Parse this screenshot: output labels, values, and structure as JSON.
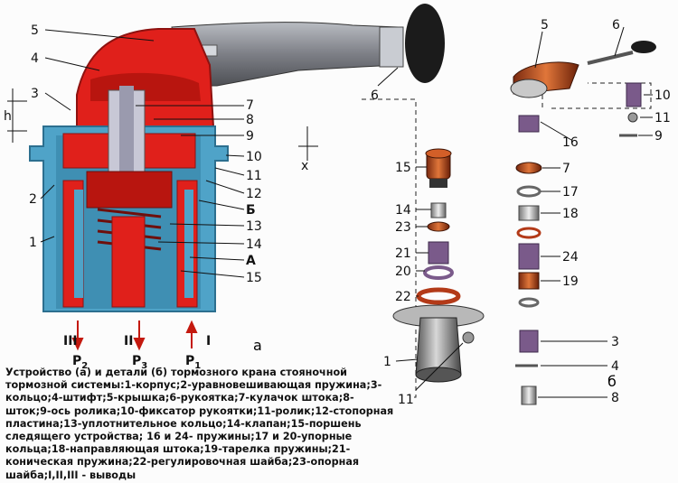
{
  "figure": {
    "caption": "Устройство (а) и детали (б) тормозного крана стояночной тормозной системы:1-корпус;2-уравновешивающая пружина;3-кольцо;4-штифт;5-крышка;6-рукоятка;7-кулачок штока;8-шток;9-ось ролика;10-фиксатор рукоятки;11-ролик;12-стопорная пластина;13-уплотнительное кольцо;14-клапан;15-поршень следящего устройства; 16 и 24- пружины;17 и 20-упорные кольца;18-направляющая штока;19-тарелка пружины;21-коническая пружина;22-регулировочная шайба;23-опорная шайба;I,II,III - выводы",
    "panel_a_label": "а",
    "panel_b_label": "б",
    "dim_h": "h",
    "dim_x": "x",
    "outlets": {
      "III": "III",
      "II": "II",
      "I": "I"
    },
    "ports": {
      "p2": "P",
      "p2_sub": "2",
      "p3": "P",
      "p3_sub": "3",
      "p1": "P",
      "p1_sub": "1"
    },
    "left_callouts": [
      "5",
      "4",
      "3",
      "2",
      "1"
    ],
    "right_callouts_a": [
      "7",
      "8",
      "9",
      "10",
      "11",
      "12",
      "Б",
      "13",
      "14",
      "А",
      "15"
    ],
    "handle_callout_a": "6",
    "parts_b_left": [
      "15",
      "14",
      "23",
      "21",
      "20",
      "22",
      "1",
      "11"
    ],
    "parts_b_right": [
      "6",
      "5",
      "10",
      "11",
      "9",
      "16",
      "7",
      "17",
      "18",
      "24",
      "19",
      "3",
      "4",
      "8"
    ]
  },
  "colors": {
    "body": "#4fa3c8",
    "body_dark": "#2c6f8f",
    "red": "#e0201b",
    "red_dark": "#8e1210",
    "handle": "#7d7f86",
    "knob": "#1b1b1b"
  }
}
